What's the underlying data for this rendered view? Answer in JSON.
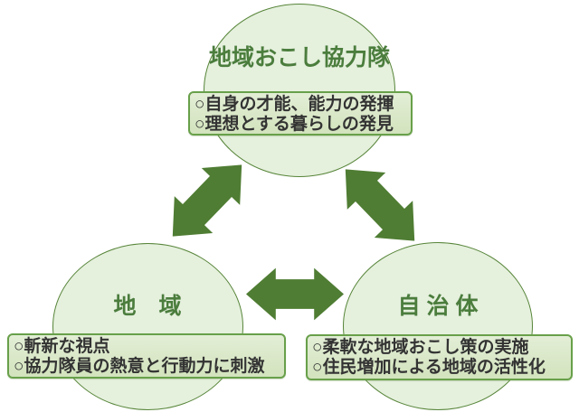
{
  "diagram": {
    "colors": {
      "circle_fill": "#e5f0dd",
      "circle_border": "#578539",
      "box_fill_top": "#e3eed6",
      "box_fill_bottom": "#d2e3bd",
      "box_border": "#68a04a",
      "box_text": "#333333",
      "title_text": "#4b7d3d",
      "arrow": "#4f7d33"
    },
    "nodes": [
      {
        "id": "cooperation-corps",
        "label": "地域おこし協力隊",
        "points": [
          "○自身の才能、能力の発揮",
          "○理想とする暮らしの発見"
        ]
      },
      {
        "id": "region",
        "label": "地　域",
        "points": [
          "○斬新な視点",
          "○協力隊員の熱意と行動力に刺激"
        ]
      },
      {
        "id": "municipality",
        "label": "自 治 体",
        "points": [
          "○柔軟な地域おこし策の実施",
          "○住民増加による地域の活性化"
        ]
      }
    ],
    "connections": [
      {
        "from": "cooperation-corps",
        "to": "region",
        "type": "double-arrow"
      },
      {
        "from": "cooperation-corps",
        "to": "municipality",
        "type": "double-arrow"
      },
      {
        "from": "region",
        "to": "municipality",
        "type": "double-arrow"
      }
    ]
  }
}
